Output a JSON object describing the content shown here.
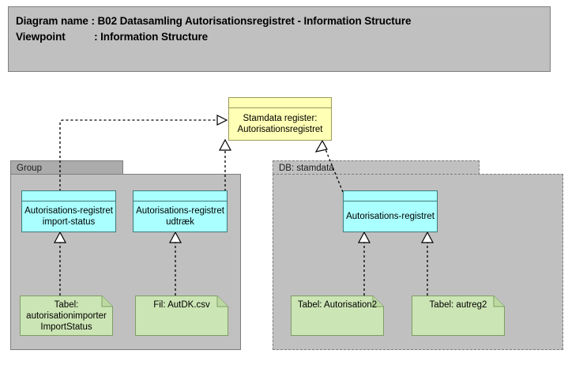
{
  "header": {
    "line1_label": "Diagram name",
    "line1_value": "B02 Datasamling Autorisationsregistret - Information Structure",
    "line1_full": "Diagram name : B02 Datasamling Autorisationsregistret - Information Structure",
    "line2_label": "Viewpoint",
    "line2_value": "Information Structure",
    "line2_full": "Viewpoint          : Information Structure"
  },
  "colors": {
    "canvas": "#ffffff",
    "header_fill": "#c0c0c0",
    "header_border": "#808080",
    "group_fill": "#c0c0c0",
    "group_tab_fill": "#ababab",
    "group_border": "#7d7d7d",
    "data_object_fill": "#aaffff",
    "data_object_border": "#3d7a7a",
    "business_object_fill": "#ffffb5",
    "business_object_border": "#9a9a5c",
    "artifact_fill": "#cce5b5",
    "artifact_border": "#7f9e63",
    "connector": "#000000"
  },
  "groups": [
    {
      "id": "group-left",
      "label": "Group",
      "border_style": "solid"
    },
    {
      "id": "group-right",
      "label": "DB: stamdata",
      "border_style": "dashed"
    }
  ],
  "nodes": {
    "business_object": {
      "label": "Stamdata register: Autorisationsregistret",
      "type": "business-object"
    },
    "data_objects": [
      {
        "id": "do-import-status",
        "label": "Autorisations-registret import-status",
        "type": "data-object",
        "group": "group-left"
      },
      {
        "id": "do-udtraek",
        "label": "Autorisations-registret udtræk",
        "type": "data-object",
        "group": "group-left"
      },
      {
        "id": "do-registret",
        "label": "Autorisations-registret",
        "type": "data-object",
        "group": "group-right"
      }
    ],
    "artifacts": [
      {
        "id": "art-importstatus",
        "label": "Tabel: autorisationimporter ImportStatus",
        "type": "artifact",
        "group": "group-left"
      },
      {
        "id": "art-autdk",
        "label": "Fil: AutDK.csv",
        "type": "artifact",
        "group": "group-left"
      },
      {
        "id": "art-autorisation2",
        "label": "Tabel: Autorisation2",
        "type": "artifact",
        "group": "group-right"
      },
      {
        "id": "art-autreg2",
        "label": "Tabel: autreg2",
        "type": "artifact",
        "group": "group-right"
      }
    ]
  },
  "connections": [
    {
      "from": "do-import-status",
      "to": "business_object",
      "style": "dashed",
      "arrow": "hollow-triangle",
      "relation": "realization"
    },
    {
      "from": "do-udtraek",
      "to": "business_object",
      "style": "dashed",
      "arrow": "hollow-triangle",
      "relation": "realization"
    },
    {
      "from": "do-registret",
      "to": "business_object",
      "style": "dashed",
      "arrow": "hollow-triangle",
      "relation": "realization"
    },
    {
      "from": "art-importstatus",
      "to": "do-import-status",
      "style": "dashed",
      "arrow": "hollow-triangle",
      "relation": "realization"
    },
    {
      "from": "art-autdk",
      "to": "do-udtraek",
      "style": "dashed",
      "arrow": "hollow-triangle",
      "relation": "realization"
    },
    {
      "from": "art-autorisation2",
      "to": "do-registret",
      "style": "dashed",
      "arrow": "hollow-triangle",
      "relation": "realization"
    },
    {
      "from": "art-autreg2",
      "to": "do-registret",
      "style": "dashed",
      "arrow": "hollow-triangle",
      "relation": "realization"
    }
  ]
}
